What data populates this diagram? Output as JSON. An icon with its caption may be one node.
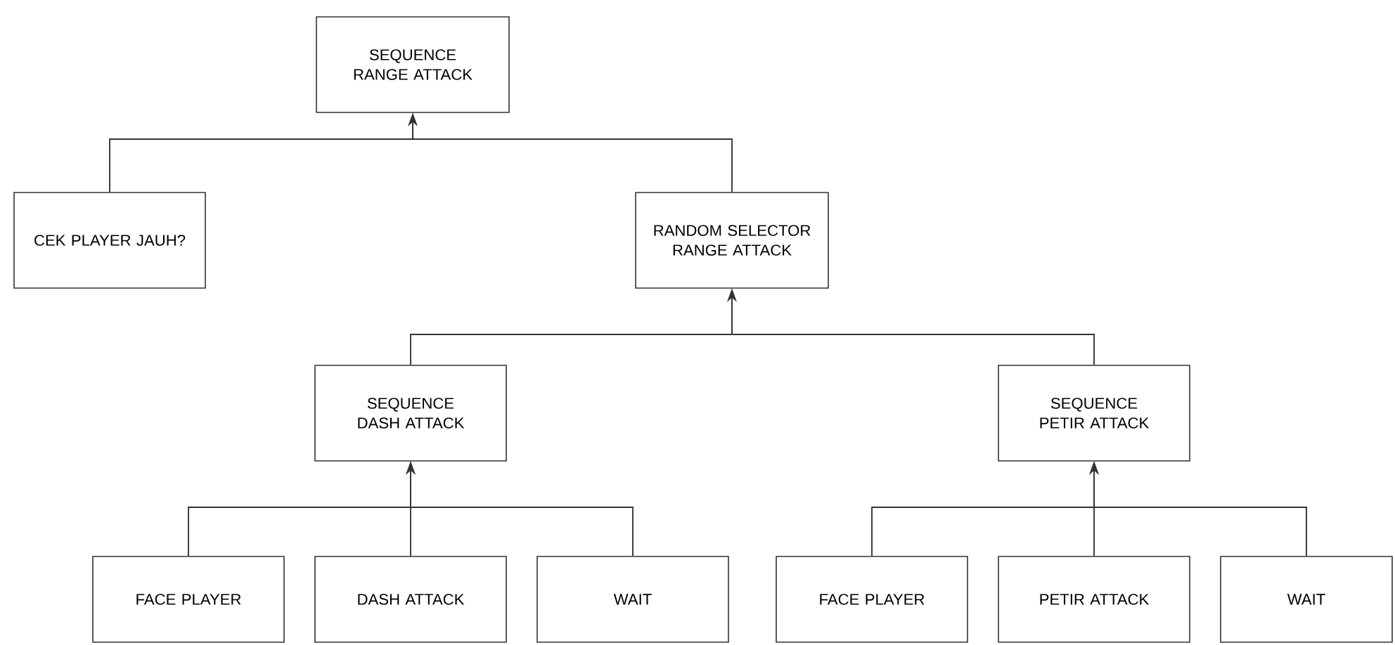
{
  "diagram": {
    "nodes": [
      {
        "text": [
          "SEQUENCE RANGE ATTACK"
        ]
      },
      {
        "text": [
          "CEK PLAYER JAUH?"
        ]
      },
      {
        "text": [
          "RANDOM SELECTOR RANGE ATTACK"
        ]
      },
      {
        "text": [
          "SEQUENCE DASH ATTACK"
        ]
      },
      {
        "text": [
          "SEQUENCE PETIR ATTACK"
        ]
      },
      {
        "text": [
          "FACE PLAYER"
        ]
      },
      {
        "text": [
          "DASH ATTACK"
        ]
      },
      {
        "text": [
          "WAIT"
        ]
      },
      {
        "text": [
          "FACE PLAYER"
        ]
      },
      {
        "text": [
          "PETIR ATTACK"
        ]
      },
      {
        "text": [
          "WAIT"
        ]
      }
    ],
    "edges": [
      {
        "from": 1,
        "to": 0,
        "arrow": "to"
      },
      {
        "from": 2,
        "to": 0,
        "arrow": "to"
      },
      {
        "from": 3,
        "to": 2,
        "arrow": "to"
      },
      {
        "from": 4,
        "to": 2,
        "arrow": "to"
      },
      {
        "from": 5,
        "to": 3,
        "arrow": "to"
      },
      {
        "from": 6,
        "to": 3,
        "arrow": "to"
      },
      {
        "from": 7,
        "to": 3,
        "arrow": "to"
      },
      {
        "from": 8,
        "to": 4,
        "arrow": "to"
      },
      {
        "from": 9,
        "to": 4,
        "arrow": "to"
      },
      {
        "from": 10,
        "to": 4,
        "arrow": "to"
      }
    ]
  }
}
